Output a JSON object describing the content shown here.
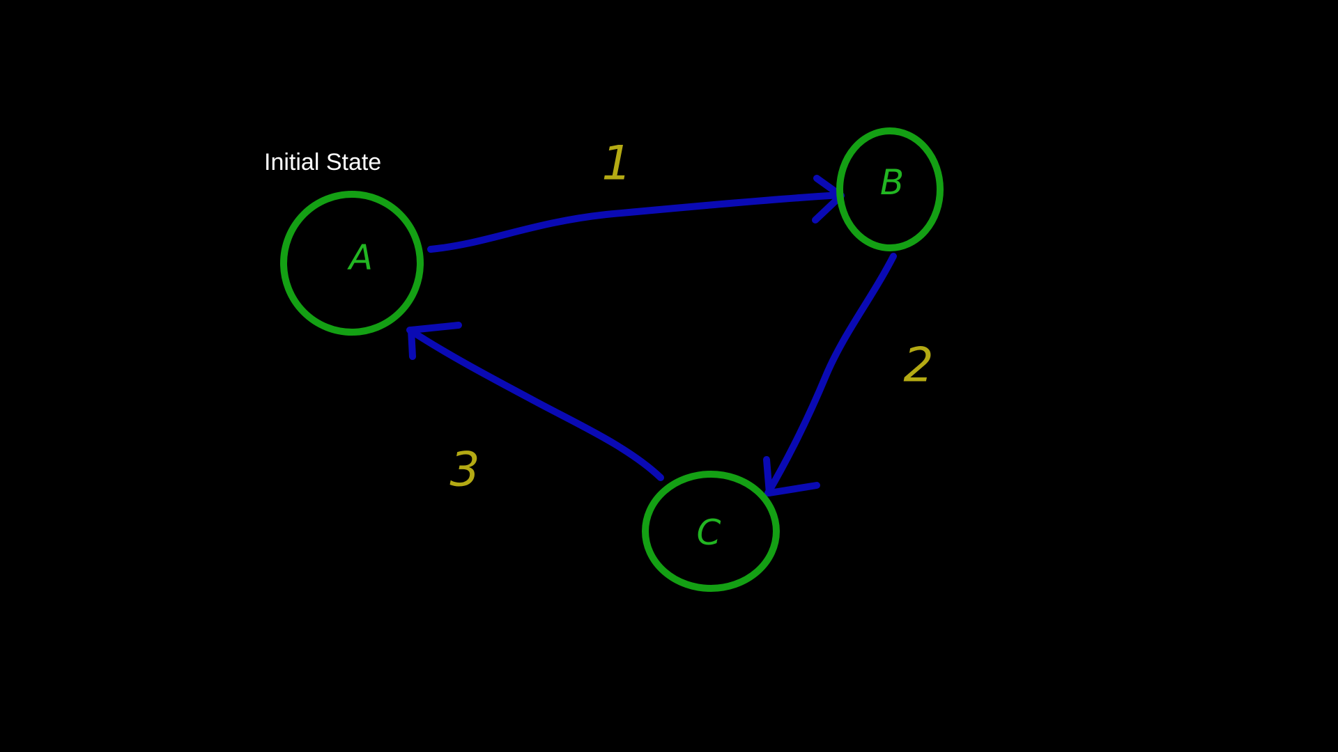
{
  "initial_label": "Initial State",
  "states": [
    {
      "id": "A",
      "label": "A"
    },
    {
      "id": "B",
      "label": "B"
    },
    {
      "id": "C",
      "label": "C"
    }
  ],
  "transitions": [
    {
      "from": "A",
      "to": "B",
      "label": "1"
    },
    {
      "from": "B",
      "to": "C",
      "label": "2"
    },
    {
      "from": "C",
      "to": "A",
      "label": "3"
    }
  ],
  "colors": {
    "background": "#000000",
    "node_stroke": "#14a014",
    "node_text": "#22b622",
    "edge": "#0a0ab4",
    "edge_label": "#b4aa14",
    "caption": "#ffffff"
  }
}
